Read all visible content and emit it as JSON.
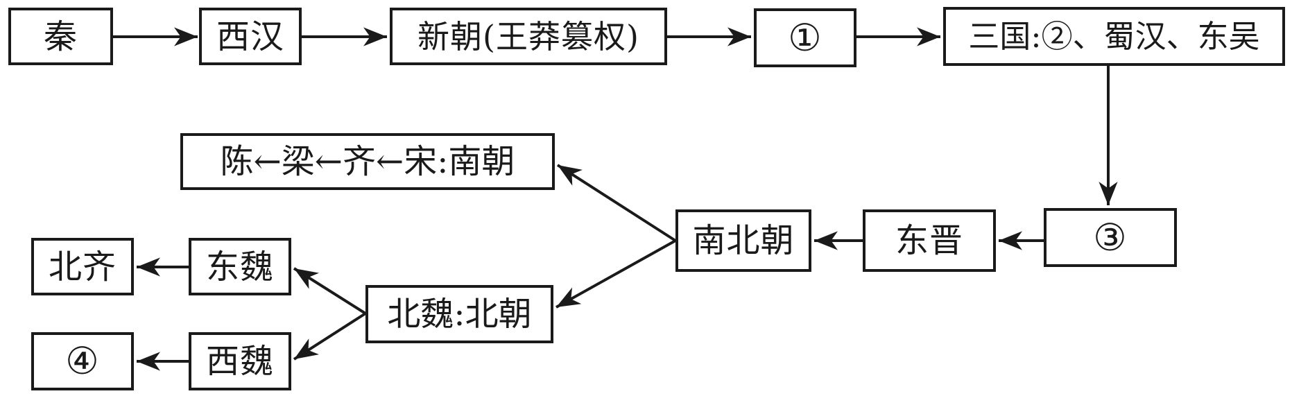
{
  "diagram_type": "flowchart",
  "colors": {
    "line": "#1a1a1a",
    "background": "#ffffff",
    "box_fill": "#ffffff"
  },
  "nodes": [
    {
      "id": "qin",
      "label": "秦"
    },
    {
      "id": "xihan",
      "label": "西汉"
    },
    {
      "id": "xinchao",
      "label": "新朝(王莽篡权)"
    },
    {
      "id": "circle1",
      "label": "①"
    },
    {
      "id": "sanguo",
      "label": "三国:②、蜀汉、东吴"
    },
    {
      "id": "nanchao",
      "label": "陈←梁←齐←宋:南朝"
    },
    {
      "id": "nanbeichao",
      "label": "南北朝"
    },
    {
      "id": "dongjin",
      "label": "东晋"
    },
    {
      "id": "circle3",
      "label": "③"
    },
    {
      "id": "beiqi",
      "label": "北齐"
    },
    {
      "id": "dongwei",
      "label": "东魏"
    },
    {
      "id": "beiwei",
      "label": "北魏:北朝"
    },
    {
      "id": "circle4",
      "label": "④"
    },
    {
      "id": "xiwei",
      "label": "西魏"
    }
  ],
  "edges": [
    {
      "from": "qin",
      "to": "xihan"
    },
    {
      "from": "xihan",
      "to": "xinchao"
    },
    {
      "from": "xinchao",
      "to": "circle1"
    },
    {
      "from": "circle1",
      "to": "sanguo"
    },
    {
      "from": "sanguo",
      "to": "circle3"
    },
    {
      "from": "circle3",
      "to": "dongjin"
    },
    {
      "from": "dongjin",
      "to": "nanbeichao"
    },
    {
      "from": "nanbeichao",
      "to": "nanchao"
    },
    {
      "from": "nanbeichao",
      "to": "beiwei"
    },
    {
      "from": "beiwei",
      "to": "dongwei"
    },
    {
      "from": "beiwei",
      "to": "xiwei"
    },
    {
      "from": "dongwei",
      "to": "beiqi"
    },
    {
      "from": "xiwei",
      "to": "circle4"
    }
  ]
}
